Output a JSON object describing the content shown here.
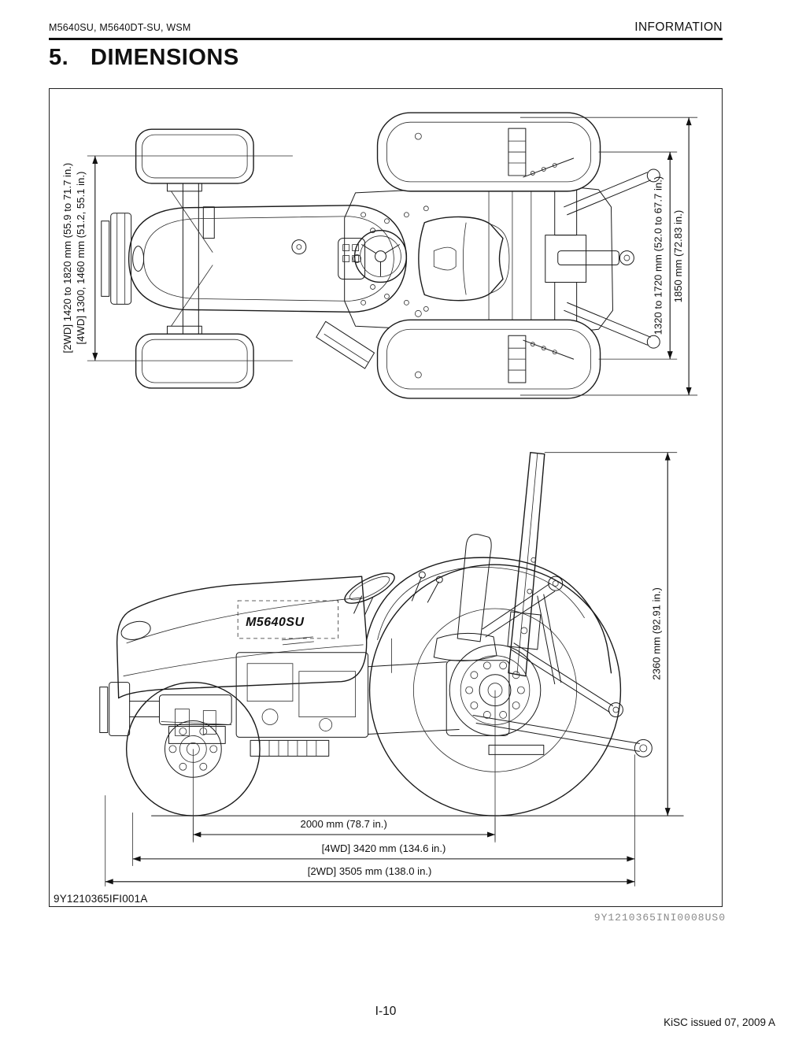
{
  "page": {
    "header_left": "M5640SU, M5640DT-SU, WSM",
    "header_right": "INFORMATION",
    "section_number": "5.",
    "section_title": "DIMENSIONS",
    "footer_page": "I-10",
    "footer_issue": "KiSC issued 07, 2009 A"
  },
  "figure": {
    "figure_id": "9Y1210365IFI001A",
    "ref_code": "9Y1210365INI0008US0",
    "model_decal": "M5640SU",
    "colors": {
      "line": "#1a1a1a",
      "ref_code_gray": "#8a8a8a",
      "paper": "#ffffff"
    },
    "top_view": {
      "front_tread_2wd": "[2WD] 1420 to 1820 mm (55.9 to 71.7 in.)",
      "front_tread_4wd": "[4WD] 1300, 1460 mm (51.2, 55.1 in.)",
      "rear_tread": "1320 to 1720 mm (52.0 to 67.7 in.)",
      "overall_width": "1850 mm (72.83 in.)"
    },
    "side_view": {
      "overall_height": "2360 mm (92.91 in.)",
      "wheelbase": "2000 mm (78.7 in.)",
      "overall_length_4wd": "[4WD] 3420 mm (134.6 in.)",
      "overall_length_2wd": "[2WD] 3505 mm (138.0 in.)"
    }
  }
}
